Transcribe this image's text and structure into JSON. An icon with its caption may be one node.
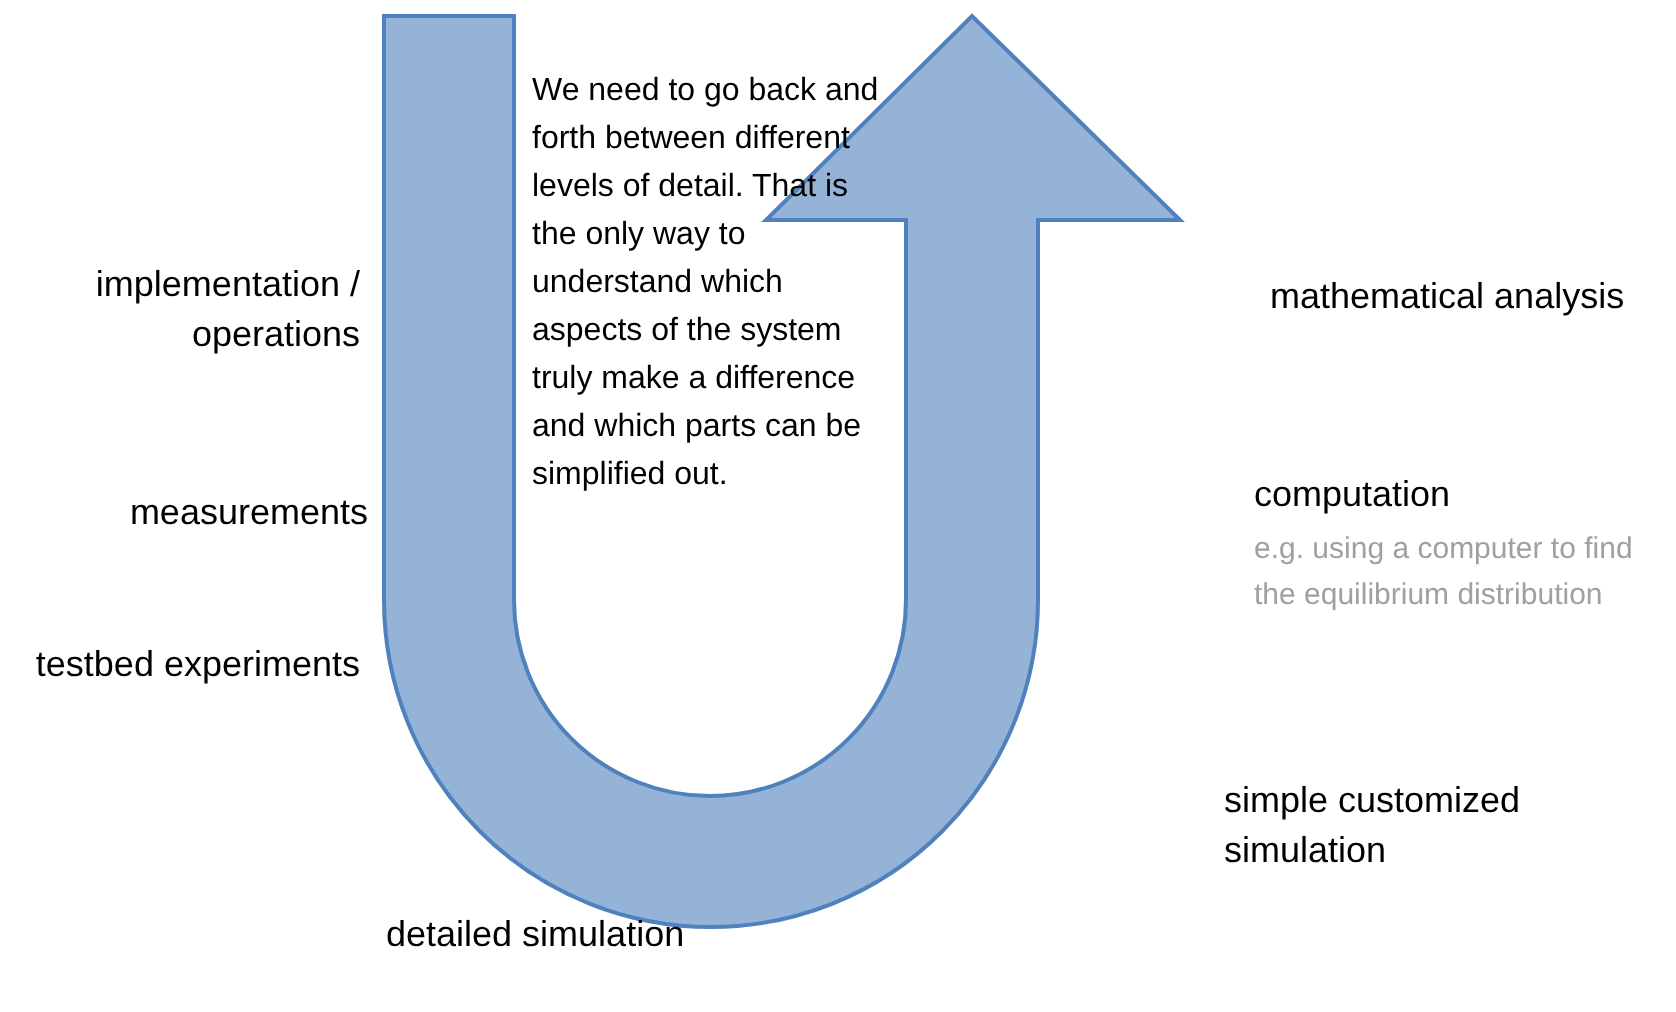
{
  "diagram": {
    "labels": [
      "We need to go back and forth between different levels of detail. That is the only way to understand which aspects of the system truly make a difference and which parts can be simplified out.",
      "implementation / operations",
      "mathematical analysis",
      "measurements",
      "computation",
      "e.g. using a computer to find the equilibrium distribution",
      "testbed experiments",
      "simple customized simulation",
      "detailed simulation"
    ]
  }
}
